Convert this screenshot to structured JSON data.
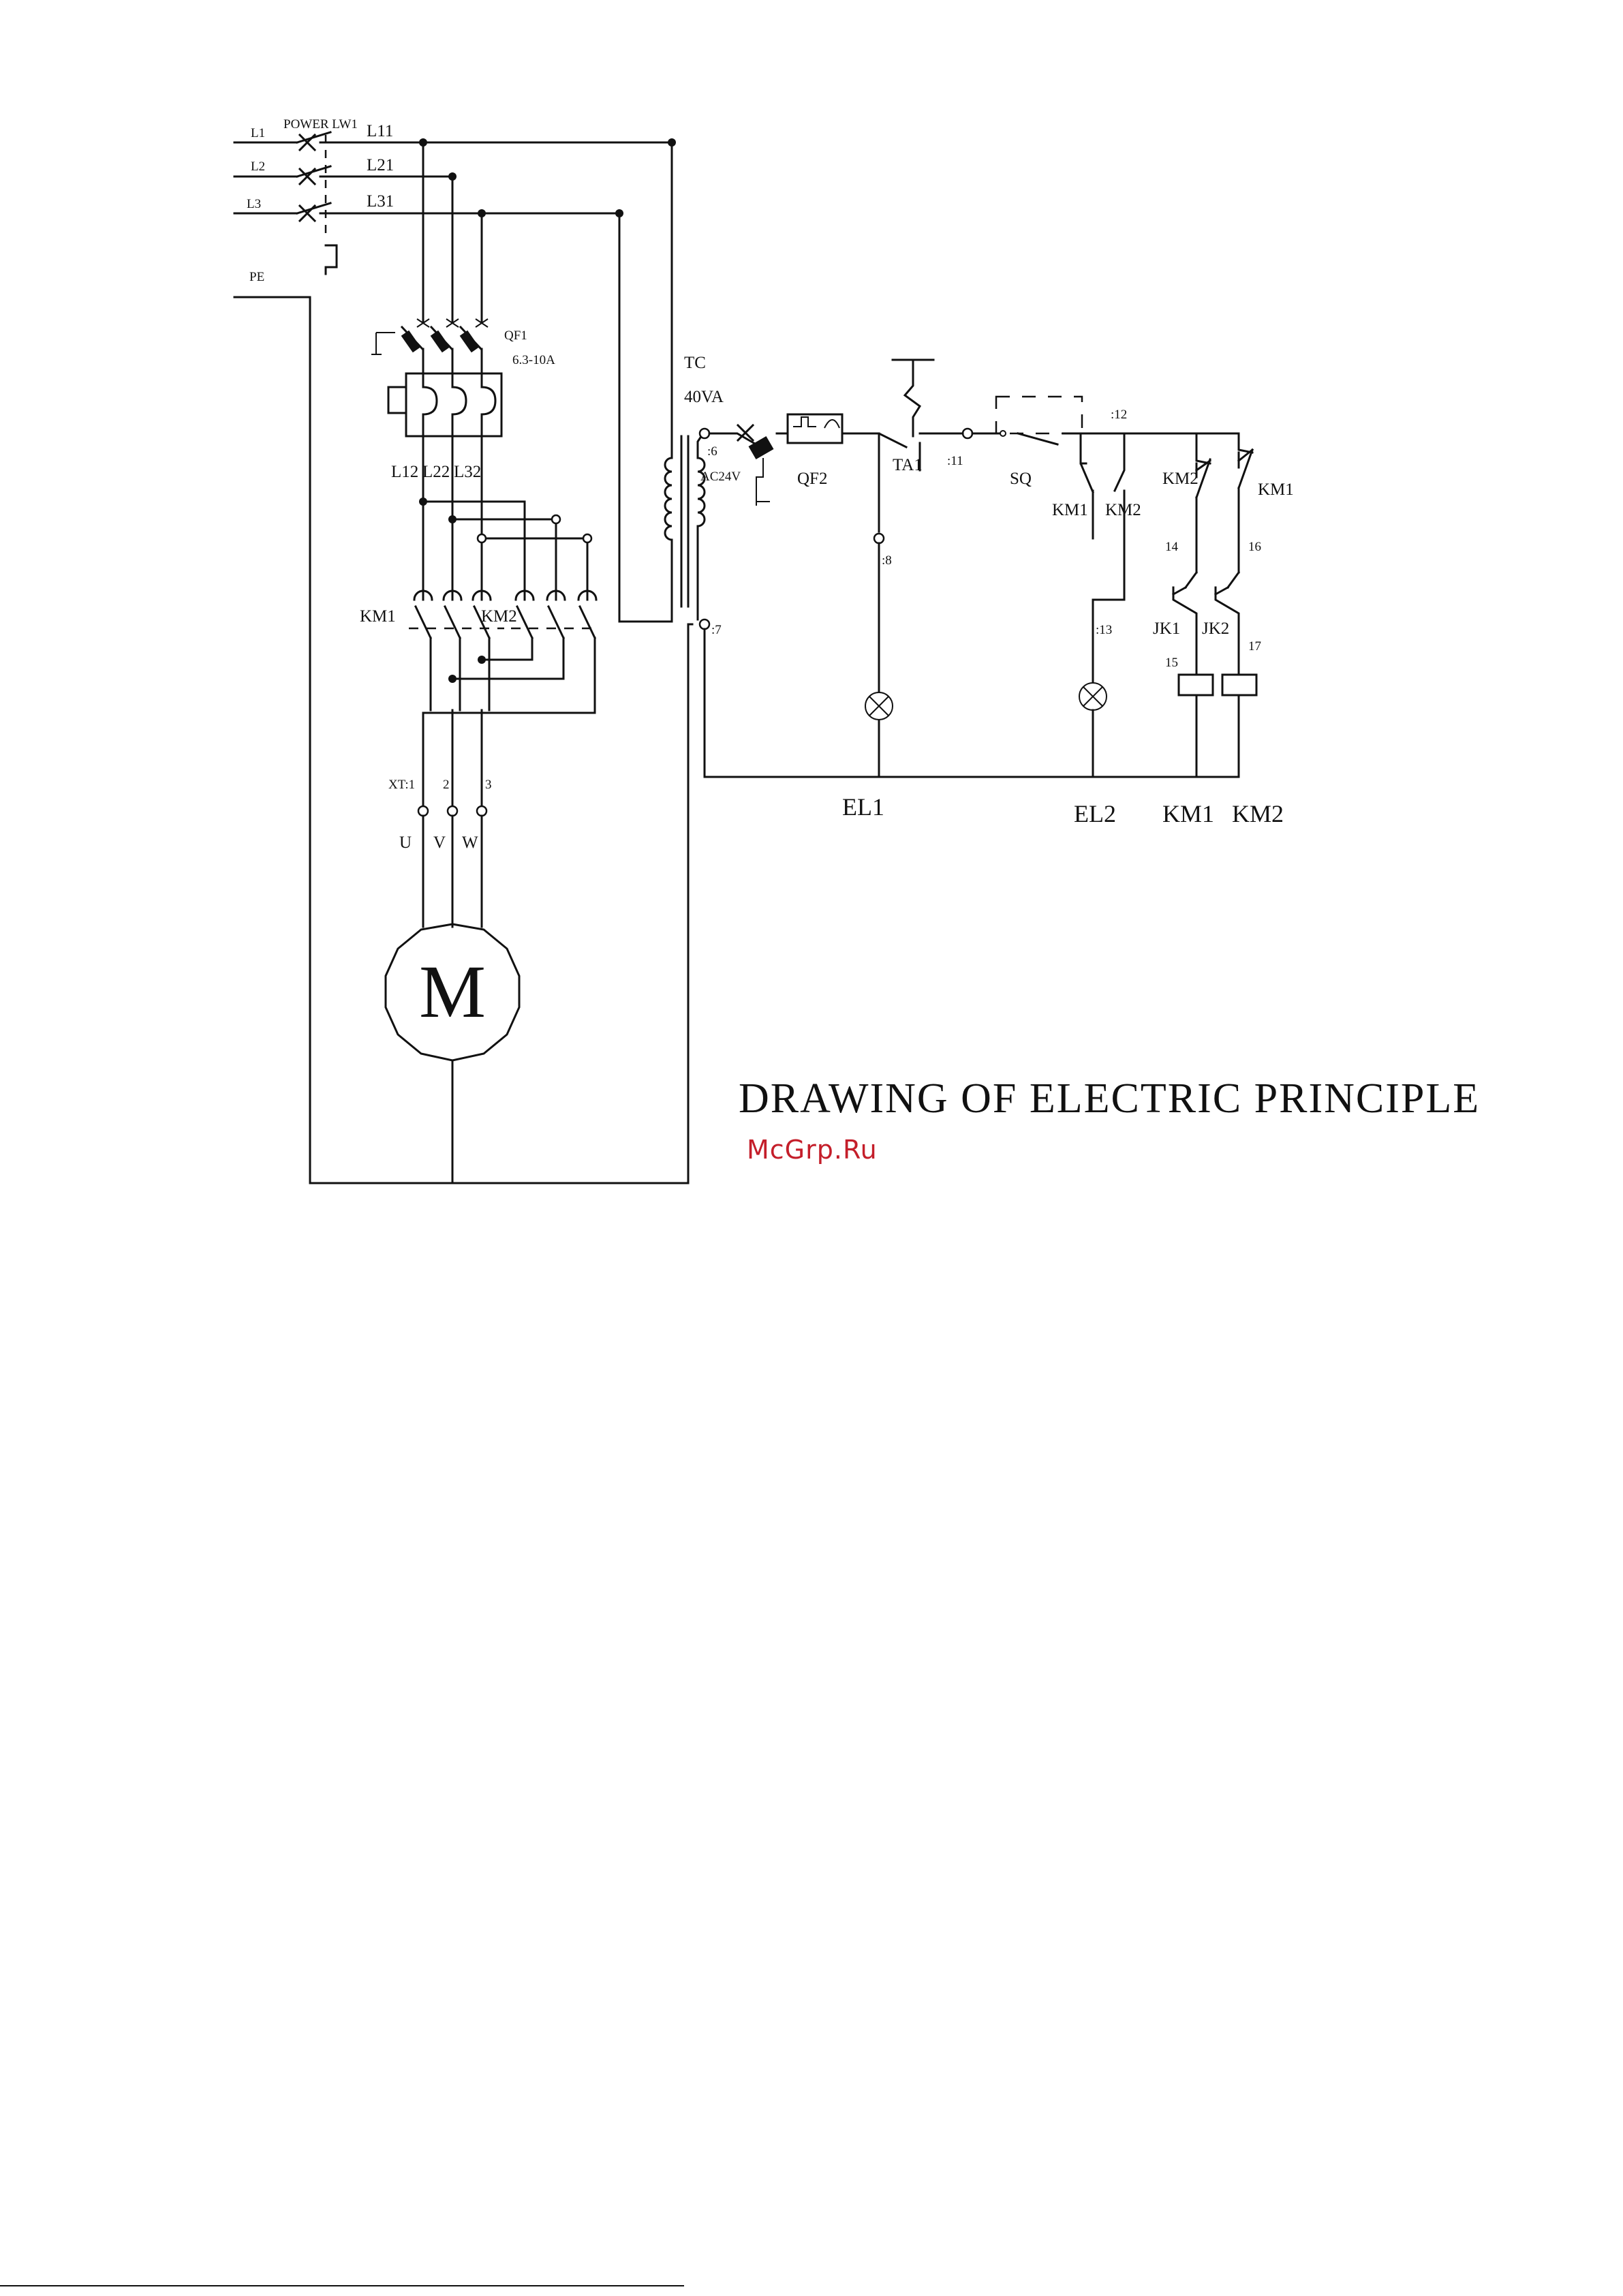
{
  "title": "DRAWING OF ELECTRIC PRINCIPLE",
  "watermark": "McGrp.Ru",
  "labels": {
    "L1": "L1",
    "L2": "L2",
    "L3": "L3",
    "PE": "PE",
    "power_switch": "POWER LW1",
    "L11": "L11",
    "L21": "L21",
    "L31": "L31",
    "qf1": "QF1",
    "qf1_rating": "6.3-10A",
    "L12": "L12",
    "L22": "L22",
    "L32": "L32",
    "km1_main": "KM1",
    "km2_main": "KM2",
    "xt_label": "XT:1",
    "xt2": "2",
    "xt3": "3",
    "U": "U",
    "V": "V",
    "W": "W",
    "motor": "M",
    "tc": "TC",
    "tc_rating": "40VA",
    "ac24v": "AC24V",
    "n6": ":6",
    "n7": ":7",
    "n8": ":8",
    "qf2": "QF2",
    "ta1": "TA1",
    "n11": ":11",
    "sq": "SQ",
    "n12": ":12",
    "n13": ":13",
    "km1_nc": "KM1",
    "km2_no": "KM2",
    "km2_nc": "KM2",
    "km1_no": "KM1",
    "n14": "14",
    "n16": "16",
    "n15": "15",
    "n17": "17",
    "jk1": "JK1",
    "jk2": "JK2",
    "el1": "EL1",
    "el2": "EL2",
    "km1_coil": "KM1",
    "km2_coil": "KM2"
  },
  "colors": {
    "line": "#111111",
    "watermark": "#c41e2a",
    "background": "#ffffff"
  }
}
